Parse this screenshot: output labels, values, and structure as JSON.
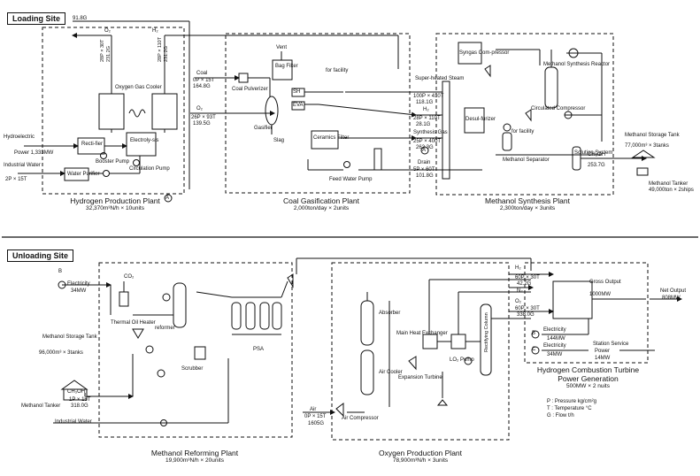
{
  "sections": {
    "loading": "Loading Site",
    "unloading": "Unloading Site"
  },
  "plants": {
    "hydrogen": {
      "name": "Hydrogen Production Plant",
      "capacity": "32,370m³N/h × 10units"
    },
    "coal": {
      "name": "Coal Gasification Plant",
      "capacity": "2,000ton/day × 2units"
    },
    "methanol_synthesis": {
      "name": "Methanol Synthesis Plant",
      "capacity": "2,300ton/day × 3units"
    },
    "reforming": {
      "name": "Methanol Reforming Plant",
      "capacity": "19,900m³N/h × 20units"
    },
    "oxygen": {
      "name": "Oxygen Production Plant",
      "capacity": "78,900m³N/h × 3units"
    },
    "turbine": {
      "name": "Hydrogen Combustion Turbine",
      "name2": "Power Generation",
      "capacity": "500MW × 2 nuits"
    }
  },
  "labels": {
    "o2_stream": "91.8G",
    "o2": "O₂",
    "h2": "H₂",
    "oxygen_cooler": "Oxygen Gas Cooler",
    "hydroelectric": "Hydroelectric",
    "hydro_power": "Power 1,333MW",
    "rectifier": "Recti-fier",
    "electrolysis": "Electroly-sis",
    "industrial_water": "Industrial Water",
    "water_flow": "2P × 15T",
    "water_purifier": "Water Purifier",
    "booster_pump": "Booster Pump",
    "circulation_pump": "Circulation Pump",
    "ref_a": "A",
    "ref_b": "B",
    "ref_c": "C",
    "o2_pressure": "28P × 30T",
    "o2_flow": "231.2G",
    "h2_pressure": "28P × 110T",
    "h2_flow": "231.2G",
    "coal": "Coal",
    "coal_flow": "0P × 15T",
    "coal_rate": "164.8G",
    "coal_pulverizer": "Coal Pulverizer",
    "o2_coal_flow": "26P × 93T",
    "o2_coal_rate": "139.5G",
    "vent": "Vent",
    "bag_filter": "Bag Filter",
    "for_facility": "for facility",
    "sh": "SH",
    "eva": "EVA",
    "gasifier": "Gasifier",
    "slag": "Slag",
    "ceramics_filter": "Ceramics Filter",
    "feed_water_pump": "Feed Water Pump",
    "superheated_steam": "Super-heated Steam",
    "steam_flow": "100P × 410T",
    "steam_rate": "118.1G",
    "h2_syn_flow": "28P × 110T",
    "h2_syn_rate": "28.1G",
    "synthesis_gas": "Synthesis Gas",
    "syngas_flow": "25P × 400T",
    "syngas_rate": "262.3G",
    "drain": "Drain",
    "drain_flow": "5P × 60T",
    "drain_rate": "101.8G",
    "syngas_compressor": "Syngas Com-pressor",
    "desulfurizer": "Desul-furizer",
    "methanol_reactor": "Methanol Synthesis Reactor",
    "circulated_compressor": "Circulated Compressor",
    "methanol_separator": "Methanol Separator",
    "solution_system": "Solution System",
    "ch3oh": "CH₃OH",
    "ch3oh_rate": "253.7G",
    "storage_tank": "Methanol Storage Tank",
    "storage_cap": "77,000m³ × 3tanks",
    "tanker": "Methanol Tanker",
    "tanker_cap": "49,000ton × 2ships",
    "electricity": "Electricity",
    "electricity_1_val": "34MW",
    "co2": "CO₂",
    "thermal_oil_heater": "Thermal Oil Heater",
    "reformer": "reformer",
    "scrubber": "Scrubber",
    "psa": "PSA",
    "storage_cap_2": "96,000m³ × 3tanks",
    "meoh_flow": "1P × 15T",
    "meoh_rate": "318.0G",
    "air": "Air",
    "air_flow": "0P × 15T",
    "air_rate": "1605G",
    "air_compressor": "Air Compressor",
    "absorber": "Absorber",
    "air_cooler": "Air Cooler",
    "main_heat_exchanger": "Main Heat Exchanger",
    "expansion_turbine": "Expansion Turbine",
    "lo2_pump": "LO₂ Pump",
    "rectifying_column": "Rectifying Column",
    "h2_2_flow": "60P × 30T",
    "h2_2_rate": "42.2G",
    "n2": "N₂",
    "o2_2_flow": "60P × 30T",
    "o2_2_rate": "338.0G",
    "gross_output": "Gross Output",
    "gross_output_val": "1000MW",
    "net_output": "Net Output",
    "net_output_val": "808MW",
    "electricity_2_val": "144MW",
    "electricity_3_val": "34MW",
    "station_service": "Station Service",
    "station_service_power": "Power",
    "station_service_val": "14MW"
  },
  "legend": {
    "pressure": "P : Pressure kg/cm²g",
    "temperature": "T : Temperature °C",
    "flow": "G : Flow t/h"
  }
}
